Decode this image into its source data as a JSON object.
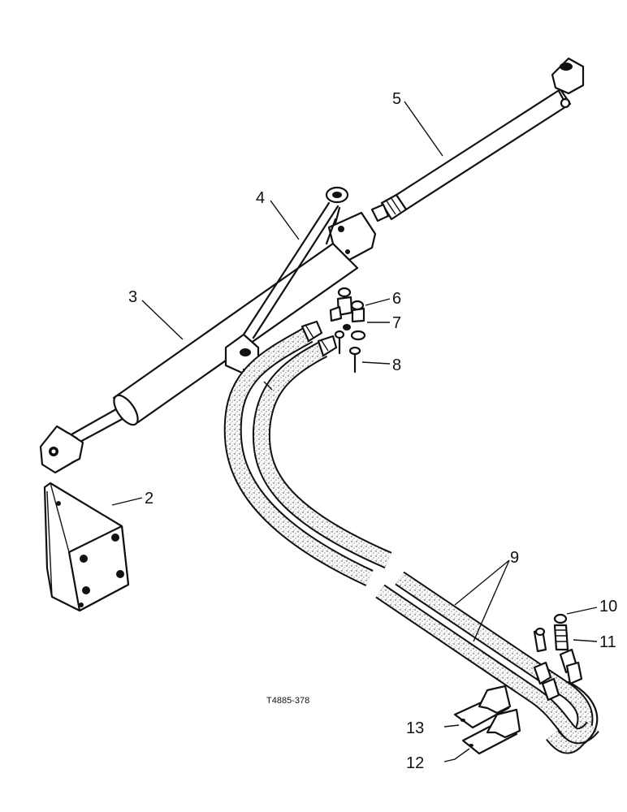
{
  "figure_id": "T4885-378",
  "callouts": {
    "c2": "2",
    "c3": "3",
    "c4": "4",
    "c5": "5",
    "c6": "6",
    "c7": "7",
    "c8": "8",
    "c9": "9",
    "c10": "10",
    "c11": "11",
    "c12": "12",
    "c13": "13"
  },
  "colors": {
    "ink": "#111111",
    "paper": "#ffffff"
  }
}
